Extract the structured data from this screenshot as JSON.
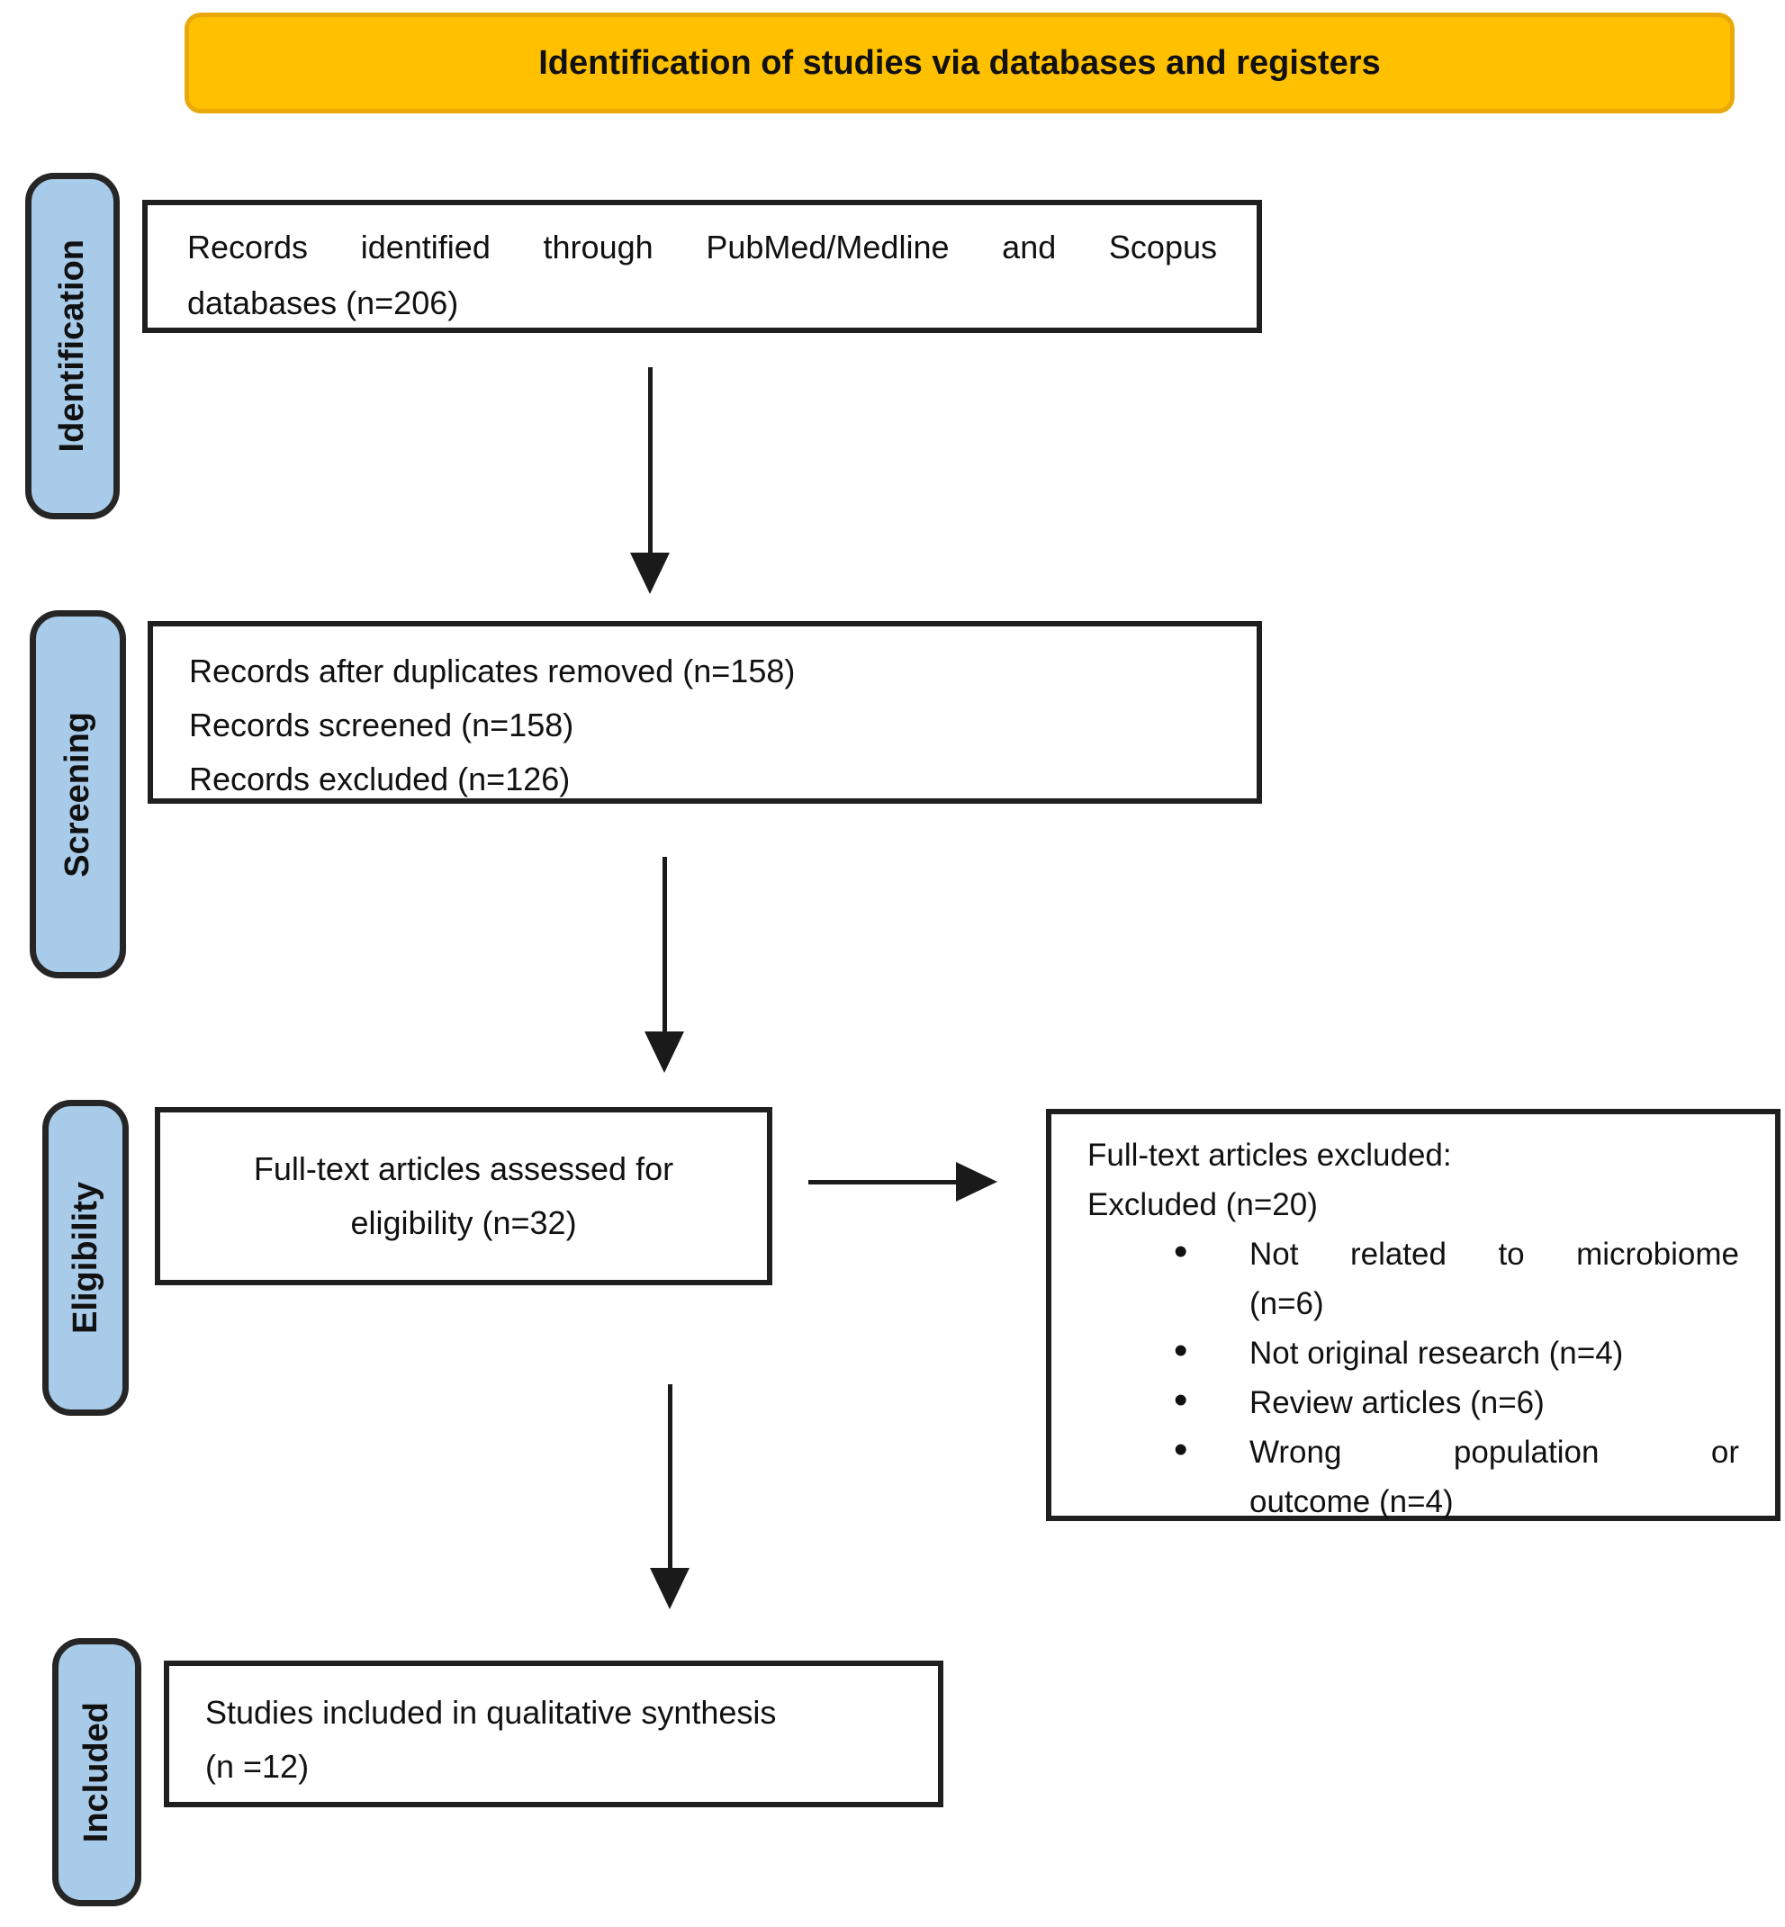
{
  "banner": {
    "title": "Identification of studies via databases and registers"
  },
  "stages": [
    {
      "label": "Identification"
    },
    {
      "label": "Screening"
    },
    {
      "label": "Eligibility"
    },
    {
      "label": "Included"
    }
  ],
  "boxes": {
    "identified": {
      "lines": [
        "Records identified through PubMed/Medline and Scopus",
        "databases (n=206)"
      ]
    },
    "screening": {
      "lines": [
        "Records after duplicates removed (n=158)",
        "Records screened (n=158)",
        "Records excluded (n=126)"
      ]
    },
    "eligibility": {
      "lines": [
        "Full-text articles assessed for",
        "eligibility (n=32)"
      ]
    },
    "excluded": {
      "header_lines": [
        "Full-text articles excluded:",
        "Excluded (n=20)"
      ],
      "bullets": [
        {
          "lines": [
            "Not related to microbiome",
            "(n=6)"
          ]
        },
        {
          "lines": [
            "Not original research (n=4)"
          ]
        },
        {
          "lines": [
            "Review articles (n=6)"
          ]
        },
        {
          "lines": [
            "Wrong population or",
            "outcome (n=4)"
          ]
        }
      ]
    },
    "included": {
      "lines": [
        "Studies included in qualitative synthesis",
        "(n =12)"
      ]
    }
  },
  "colors": {
    "banner_fill": "#FFC000",
    "banner_border": "#E9A90B",
    "stage_fill": "#A9CBEA",
    "stage_border": "#262626",
    "box_border": "#1F1F1F",
    "arrow": "#1A1A1A"
  }
}
